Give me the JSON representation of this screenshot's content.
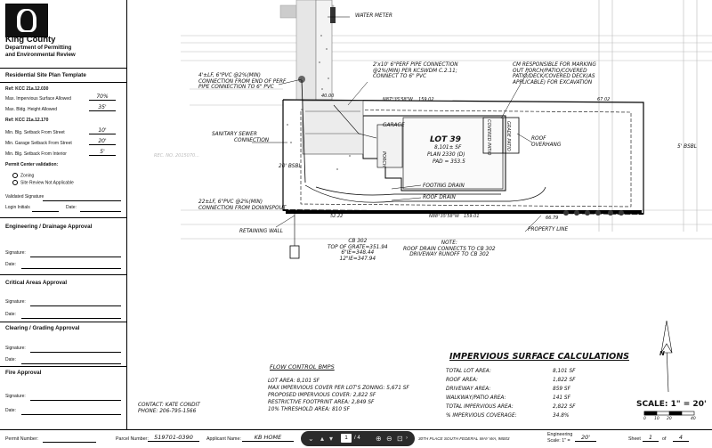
{
  "sidebar": {
    "org_name": "King County",
    "dept_line1": "Department of Permitting",
    "dept_line2": "and Environmental Review",
    "template_title": "Residential Site Plan Template",
    "ref1": "Ref: KCC 21a.12.030",
    "max_impervious_label": "Max. Impervious Surface Allowed",
    "max_impervious_value": "70%",
    "max_height_label": "Max. Bldg. Height Allowed",
    "max_height_value": "35'",
    "ref2": "Ref: KCC 21a.12.170",
    "street_setback_label": "Min. Blg. Setback From Street",
    "street_setback_value": "10'",
    "garage_setback_label": "Min. Garage Setback From Street",
    "garage_setback_value": "20'",
    "interior_setback_label": "Min. Blg. Setback From Interior",
    "interior_setback_value": "5'",
    "validation_title": "Permit Center validation:",
    "opt_zoning": "Zoning",
    "opt_site_review": "Site Review Not Applicable",
    "validated_signature": "Validated Signature",
    "login_initials": "Login Initials",
    "date": "Date:",
    "signature": "Signature:",
    "sections": [
      "Engineering / Drainage Approval",
      "Critical Areas Approval",
      "Clearing / Grading Approval",
      "Fire Approval"
    ]
  },
  "footer": {
    "permit_label": "Permit Number:",
    "parcel_label": "Parcel Number:",
    "parcel_value": "519701-0390",
    "applicant_label": "Applicant Name:",
    "applicant_value": "KB HOME",
    "address_tail": "30TH PLACE SOUTH FEDERAL WAY WA, 98003",
    "eng_scale_label1": "Engineering",
    "eng_scale_label2": "Scale: 1\" =",
    "eng_scale_value": "20'",
    "sheet_label": "Sheet",
    "sheet_num": "1",
    "sheet_of": "of",
    "sheet_total": "4"
  },
  "pdf_toolbar": {
    "page": "1",
    "total": "/ 4"
  },
  "plan": {
    "water_meter": "WATER METER",
    "pvc_left": [
      "4'±LF, 6\"PVC @2%(MIN)",
      "CONNECTION FROM END OF PERF",
      "PIPE CONNECTION TO 6\" PVC"
    ],
    "perf_pipe": [
      "2'x10' 6\"PERF PIPE CONNECTION",
      "@2%(MIN) PER KCSWDM C.2.11;",
      "CONNECT TO 6\" PVC"
    ],
    "cm_note": [
      "CM RESPONSIBLE FOR MARKING",
      "OUT PORCH/PATIO/COVERED",
      "PATIO/DECK/COVERED DECK(AS",
      "APPLICABLE) FOR EXCAVATION"
    ],
    "sanitary": [
      "SANITARY SEWER",
      "CONNECTION"
    ],
    "garage": "GARAGE",
    "lot": "LOT 39",
    "lot_area": "8,101± SF",
    "plan_no": "PLAN 2330 (D)",
    "pad": "PAD = 353.5",
    "covered_patio": "COVERED PATIO",
    "grade_patio": "GRADE PATIO",
    "roof_overhang": [
      "ROOF",
      "OVERHANG"
    ],
    "porch": "PORCH",
    "footing_drain": "FOOTING DRAIN",
    "roof_drain": "ROOF DRAIN",
    "bsbl_20": "20' BSBL",
    "bsbl_5": "5' BSBL",
    "pvc_bottom": [
      "22±LF, 6\"PVC @2%(MIN)",
      "CONNECTION FROM DOWNSPOUT"
    ],
    "retaining_wall": "RETAINING WALL",
    "property_line": "PROPERTY LINE",
    "bearing_top": "N87°35'58\"W",
    "dist_top": "159.02",
    "bearing_bot": "N88°35'58\"W",
    "dist_bot": "159.01",
    "dim_4000": "40.00",
    "dim_6702": "67.02",
    "dim_5222": "52.22",
    "dim_6679": "66.79",
    "cb": [
      "CB 302",
      "TOP OF GRATE=351.94",
      "6\"IE=348.44",
      "12\"IE=347.94"
    ],
    "note": [
      "NOTE:",
      "ROOF DRAIN CONNECTS TO CB 302",
      "DRIVEWAY RUNOFF TO CB 302"
    ],
    "contact": [
      "CONTACT: KATE CONDIT",
      "PHONE: 206-795-1566"
    ],
    "rec_no": "REC. NO. 2015070...",
    "scale_text": "SCALE:  1\" = 20'",
    "scale_ticks": [
      "0",
      "10",
      "20",
      "40"
    ],
    "north": "N"
  },
  "flow_control": {
    "title": "FLOW CONTROL BMPS",
    "rows": [
      "LOT AREA: 8,101 SF",
      "MAX IMPERVIOUS COVER PER LOT'S ZONING: 5,671 SF",
      "PROPOSED IMPERVIOUS COVER: 2,822 SF",
      "RESTRICTIVE FOOTPRINT AREA: 2,849 SF",
      "10% THRESHOLD AREA: 810 SF"
    ]
  },
  "impervious": {
    "title": "IMPERVIOUS SURFACE CALCULATIONS",
    "rows": [
      {
        "label": "TOTAL LOT AREA:",
        "value": "8,101 SF"
      },
      {
        "label": "ROOF AREA:",
        "value": "1,822 SF"
      },
      {
        "label": "DRIVEWAY AREA:",
        "value": "859 SF"
      },
      {
        "label": "WALKWAY/PATIO AREA:",
        "value": "141 SF"
      },
      {
        "label": "TOTAL IMPERVIOUS AREA:",
        "value": "2,822 SF"
      },
      {
        "label": "% IMPERVIOUS COVERAGE:",
        "value": "34.8%"
      }
    ]
  }
}
